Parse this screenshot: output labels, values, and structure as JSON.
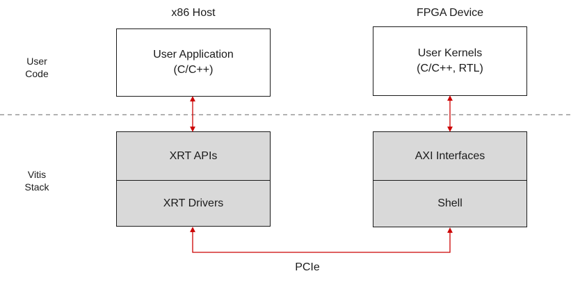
{
  "columns": {
    "host": {
      "title": "x86 Host",
      "user_box": {
        "line1": "User Application",
        "line2": "(C/C++)"
      },
      "stack": {
        "top": "XRT APIs",
        "bottom": "XRT Drivers"
      }
    },
    "device": {
      "title": "FPGA Device",
      "user_box": {
        "line1": "User Kernels",
        "line2": "(C/C++, RTL)"
      },
      "stack": {
        "top": "AXI Interfaces",
        "bottom": "Shell"
      }
    }
  },
  "rows": {
    "user_code": {
      "line1": "User",
      "line2": "Code"
    },
    "vitis_stack": {
      "line1": "Vitis",
      "line2": "Stack"
    }
  },
  "link": {
    "label": "PCIe"
  },
  "colors": {
    "arrow": "#cc0000",
    "stack_fill": "#d9d9d9",
    "divider_line": "#999999"
  }
}
